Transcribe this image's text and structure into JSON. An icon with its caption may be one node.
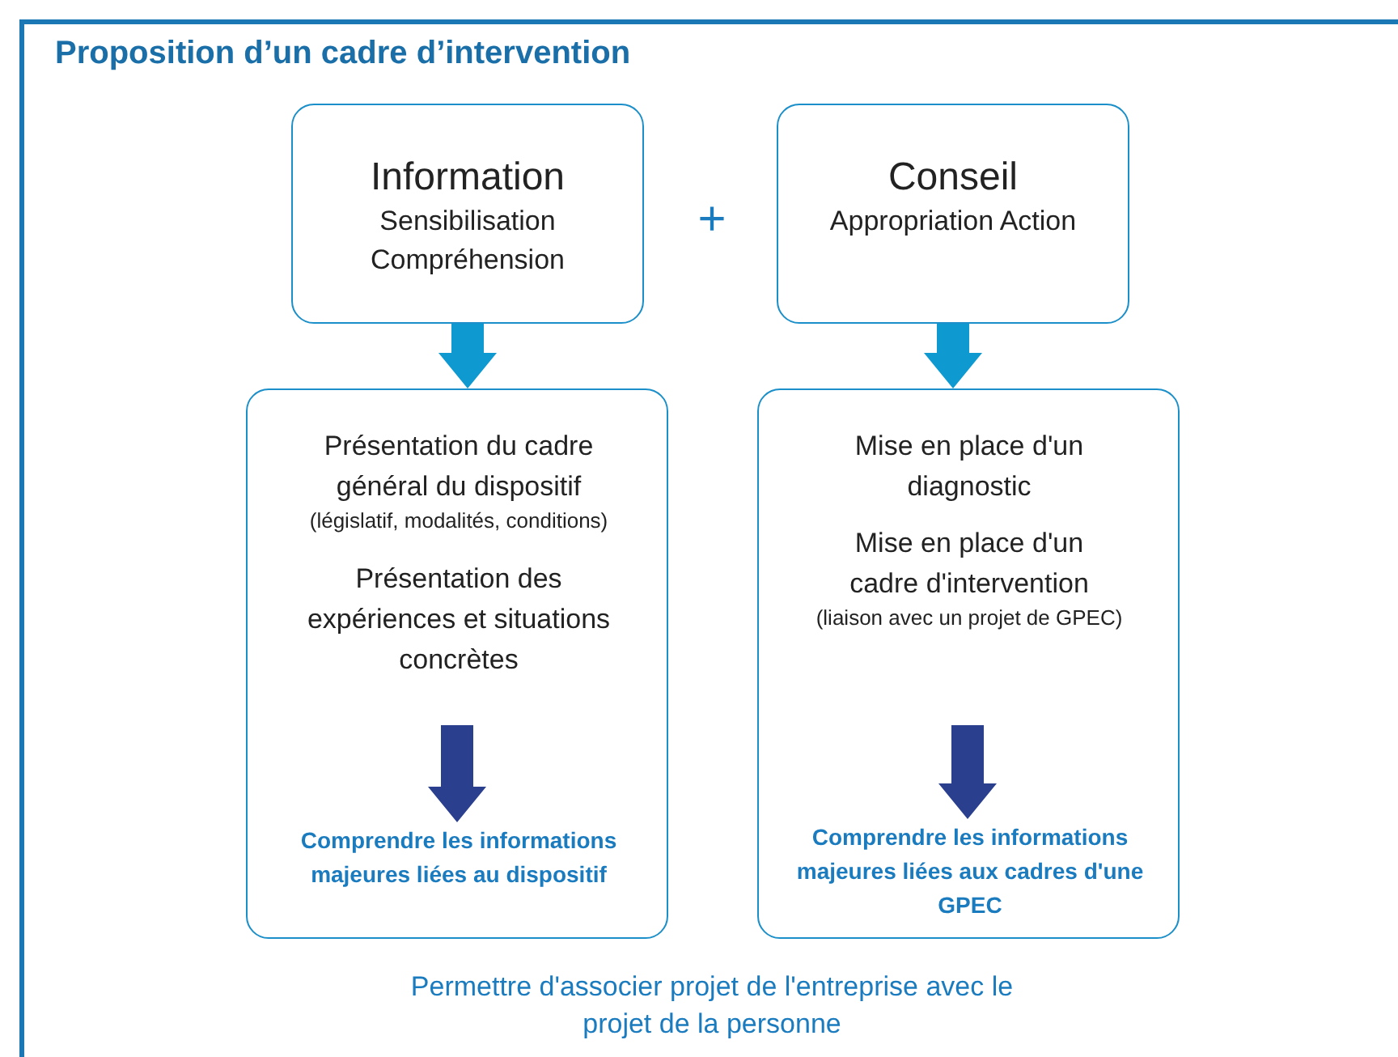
{
  "diagram": {
    "title": "Proposition d’un cadre d’intervention",
    "nodes": [
      {
        "text": [
          "Information",
          "Sensibilisation Compréhension"
        ]
      },
      {
        "text": [
          "Conseil",
          "Appropriation Action"
        ]
      },
      {
        "text": [],
        "shape": "box"
      },
      {
        "text": [
          "Présentation du cadre général du dispositif",
          "(législatif, modalités, conditions)",
          "Présentation des expériences et situations concrètes"
        ],
        "in": 2
      },
      {
        "text": [
          "Comprendre les informations majeures liées au dispositif"
        ],
        "in": 2
      },
      {
        "text": [],
        "shape": "box"
      },
      {
        "text": [
          "Mise en place d'un diagnostic",
          "Mise en place d'un cadre d'intervention",
          "(liaison avec un projet de GPEC)"
        ],
        "in": 5
      },
      {
        "text": [
          "Comprendre les informations majeures liées aux cadres d'une GPEC"
        ],
        "in": 5
      }
    ],
    "edges": [
      {
        "from": 0,
        "to": 2,
        "arrow": "to",
        "style": "thick",
        "color": "#0e9ad0"
      },
      {
        "from": 1,
        "to": 5,
        "arrow": "to",
        "style": "thick",
        "color": "#0e9ad0"
      },
      {
        "from": 3,
        "to": 4,
        "arrow": "to",
        "style": "thick",
        "color": "#2b3f8f"
      },
      {
        "from": 6,
        "to": 7,
        "arrow": "to",
        "style": "thick",
        "color": "#2b3f8f"
      }
    ],
    "labels": [
      "+",
      "Permettre d'associer projet de l'entreprise avec le projet de la personne"
    ]
  }
}
